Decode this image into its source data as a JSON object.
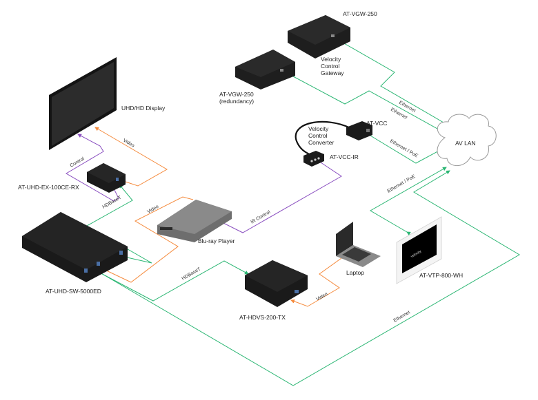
{
  "colors": {
    "ethernet": "#2bb673",
    "video": "#f58a3c",
    "control": "#8a4fc0",
    "device_dark": "#1e1e1e",
    "device_gray": "#6e6e6e",
    "cloud_stroke": "#9a9a9a"
  },
  "devices": {
    "vgw_main": {
      "label": "AT-VGW-250",
      "desc": [
        "Velocity",
        "Control",
        "Gateway"
      ]
    },
    "vgw_redundant": {
      "label": [
        "AT-VGW-250",
        "(redundancy)"
      ]
    },
    "vcc": {
      "label": "AT-VCC",
      "desc": [
        "Velocity",
        "Control",
        "Converter"
      ]
    },
    "vcc_ir": {
      "label": "AT-VCC-IR"
    },
    "display": {
      "label": "UHD/HD Display"
    },
    "rx": {
      "label": "AT-UHD-EX-100CE-RX"
    },
    "switcher": {
      "label": "AT-UHD-SW-5000ED"
    },
    "bluray": {
      "label": "Blu-ray Player"
    },
    "laptop": {
      "label": "Laptop"
    },
    "hdvs": {
      "label": "AT-HDVS-200-TX"
    },
    "touchpanel": {
      "label": "AT-VTP-800-WH"
    },
    "lan": {
      "label": "AV LAN"
    }
  },
  "connections": [
    {
      "from": "AT-VGW-250",
      "to": "AV LAN",
      "type": "ethernet",
      "label": "Ethernet"
    },
    {
      "from": "AT-VGW-250 (redundancy)",
      "to": "AV LAN",
      "type": "ethernet",
      "label": "Ethernet"
    },
    {
      "from": "AT-VCC",
      "to": "AV LAN",
      "type": "ethernet",
      "label": "Ethernet / PoE"
    },
    {
      "from": "AT-VTP-800-WH",
      "to": "AV LAN",
      "type": "ethernet",
      "label": "Ethernet / PoE"
    },
    {
      "from": "AT-UHD-SW-5000ED",
      "to": "AV LAN",
      "type": "ethernet",
      "label": "Ethernet"
    },
    {
      "from": "AT-VCC-IR",
      "to": "Blu-ray Player",
      "type": "control",
      "label": "IR Control"
    },
    {
      "from": "AT-UHD-EX-100CE-RX",
      "to": "UHD/HD Display",
      "type": "video",
      "label": "Video"
    },
    {
      "from": "AT-UHD-EX-100CE-RX",
      "to": "UHD/HD Display",
      "type": "control",
      "label": "Control"
    },
    {
      "from": "AT-UHD-SW-5000ED",
      "to": "AT-UHD-EX-100CE-RX",
      "type": "ethernet",
      "label": "HDBaseT"
    },
    {
      "from": "Blu-ray Player",
      "to": "AT-UHD-SW-5000ED",
      "type": "video",
      "label": "Video"
    },
    {
      "from": "AT-HDVS-200-TX",
      "to": "AT-UHD-SW-5000ED",
      "type": "ethernet",
      "label": "HDBaseT"
    },
    {
      "from": "Laptop",
      "to": "AT-HDVS-200-TX",
      "type": "video",
      "label": "Video"
    }
  ],
  "touchpanel_screen_text": "velocity"
}
